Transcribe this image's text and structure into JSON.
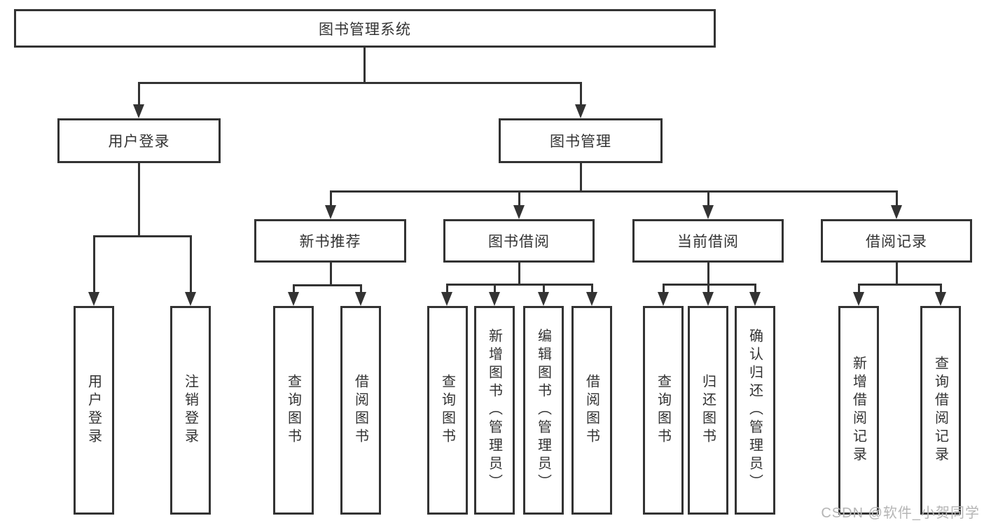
{
  "diagram_title": "图书管理系统",
  "colors": {
    "line": "#333333",
    "text": "#333333",
    "box_bg": "#ffffff",
    "background": "#ffffff",
    "watermark": "#b5b5b5"
  },
  "nodes": {
    "root": "图书管理系统",
    "user_login": "用户登录",
    "book_mgmt": "图书管理",
    "new_book_rec": "新书推荐",
    "book_borrow": "图书借阅",
    "current_borrow": "当前借阅",
    "borrow_record": "借阅记录",
    "leaf_user_login": "用户登录",
    "leaf_logout": "注销登录",
    "leaf_rec_query": "查询图书",
    "leaf_rec_borrow": "借阅图书",
    "leaf_bb_query": "查询图书",
    "leaf_bb_add": "新增图书（管理员）",
    "leaf_bb_edit": "编辑图书（管理员）",
    "leaf_bb_borrow": "借阅图书",
    "leaf_cb_query": "查询图书",
    "leaf_cb_return": "归还图书",
    "leaf_cb_confirm": "确认归还（管理员）",
    "leaf_br_add": "新增借阅记录",
    "leaf_br_query": "查询借阅记录"
  },
  "watermark": "CSDN @软件_小贺同学"
}
